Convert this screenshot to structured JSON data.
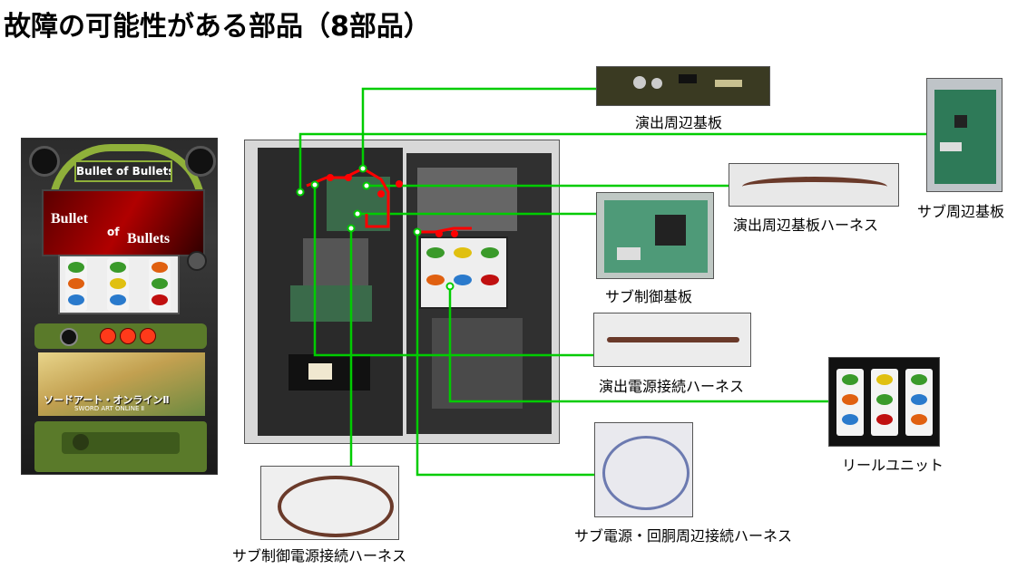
{
  "title": "故障の可能性がある部品（8部品）",
  "machine": {
    "logo_text": "Bullet of Bullets",
    "screen_text_1": "Bullet",
    "screen_text_2": "of",
    "screen_text_3": "Bullets",
    "game_title_jp": "ソードアート・オンラインⅡ",
    "game_title_en": "SWORD ART ONLINE Ⅱ"
  },
  "parts": {
    "p1": "演出周辺基板",
    "p2": "サブ周辺基板",
    "p3": "演出周辺基板ハーネス",
    "p4": "サブ制御基板",
    "p5": "演出電源接続ハーネス",
    "p6": "リールユニット",
    "p7": "サブ制御電源接続ハーネス",
    "p8": "サブ電源・回胴周辺接続ハーネス"
  },
  "colors": {
    "line": "#00cc00",
    "marker": "#ff0000",
    "machine_green": "#5a7a2a"
  }
}
